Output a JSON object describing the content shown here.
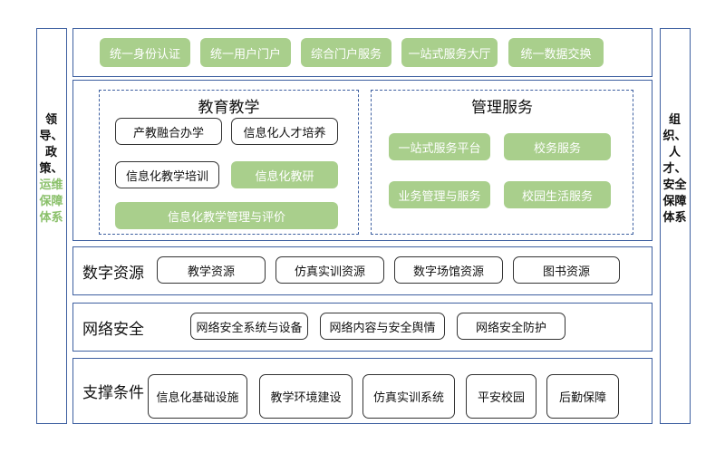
{
  "left_sidebar": {
    "dark_text": "领导、政策、",
    "green_text": "运维保障体系"
  },
  "right_sidebar": {
    "text": "组织、人才、安全保障体系"
  },
  "top_row": [
    "统一身份认证",
    "统一用户门户",
    "综合门户服务",
    "一站式服务大厅",
    "统一数据交换"
  ],
  "education": {
    "title": "教育教学",
    "items": [
      "产教融合办学",
      "信息化人才培养",
      "信息化教学培训",
      "信息化教研",
      "信息化教学管理与评价"
    ]
  },
  "management": {
    "title": "管理服务",
    "items": [
      "一站式服务平台",
      "校务服务",
      "业务管理与服务",
      "校园生活服务"
    ]
  },
  "digital_resources": {
    "title": "数字资源",
    "items": [
      "教学资源",
      "仿真实训资源",
      "数字场馆资源",
      "图书资源"
    ]
  },
  "network_security": {
    "title": "网络安全",
    "items": [
      "网络安全系统与设备",
      "网络内容与安全舆情",
      "网络安全防护"
    ]
  },
  "support": {
    "title": "支撑条件",
    "items": [
      "信息化基础设施",
      "教学环境建设",
      "仿真实训系统",
      "平安校园",
      "后勤保障"
    ]
  },
  "colors": {
    "border": "#3d5fa0",
    "green_box": "#a9cf8c",
    "green_text": "#8ac06a"
  }
}
